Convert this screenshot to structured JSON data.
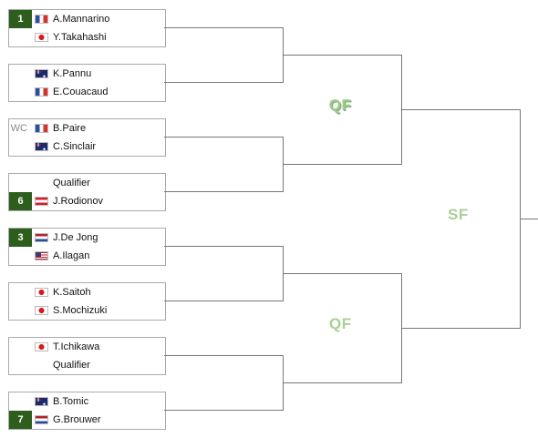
{
  "rounds": {
    "qf_top": "QF",
    "qf_bottom": "QF",
    "sf": "SF"
  },
  "matches": [
    {
      "p1": {
        "seed": "1",
        "entry": "",
        "flag": "fr",
        "name": "A.Mannarino"
      },
      "p2": {
        "seed": "",
        "entry": "",
        "flag": "jp",
        "name": "Y.Takahashi"
      }
    },
    {
      "p1": {
        "seed": "",
        "entry": "",
        "flag": "au",
        "name": "K.Pannu"
      },
      "p2": {
        "seed": "",
        "entry": "",
        "flag": "fr",
        "name": "E.Couacaud"
      }
    },
    {
      "p1": {
        "seed": "",
        "entry": "WC",
        "flag": "fr",
        "name": "B.Paire"
      },
      "p2": {
        "seed": "",
        "entry": "",
        "flag": "au",
        "name": "C.Sinclair"
      }
    },
    {
      "p1": {
        "seed": "",
        "entry": "",
        "flag": "",
        "name": "Qualifier"
      },
      "p2": {
        "seed": "6",
        "entry": "",
        "flag": "at",
        "name": "J.Rodionov"
      }
    },
    {
      "p1": {
        "seed": "3",
        "entry": "",
        "flag": "nl",
        "name": "J.De Jong"
      },
      "p2": {
        "seed": "",
        "entry": "",
        "flag": "us",
        "name": "A.Ilagan"
      }
    },
    {
      "p1": {
        "seed": "",
        "entry": "",
        "flag": "jp",
        "name": "K.Saitoh"
      },
      "p2": {
        "seed": "",
        "entry": "",
        "flag": "jp",
        "name": "S.Mochizuki"
      }
    },
    {
      "p1": {
        "seed": "",
        "entry": "",
        "flag": "jp",
        "name": "T.Ichikawa"
      },
      "p2": {
        "seed": "",
        "entry": "",
        "flag": "",
        "name": "Qualifier"
      }
    },
    {
      "p1": {
        "seed": "",
        "entry": "",
        "flag": "au",
        "name": "B.Tomic"
      },
      "p2": {
        "seed": "7",
        "entry": "",
        "flag": "nl",
        "name": "G.Brouwer"
      }
    }
  ]
}
